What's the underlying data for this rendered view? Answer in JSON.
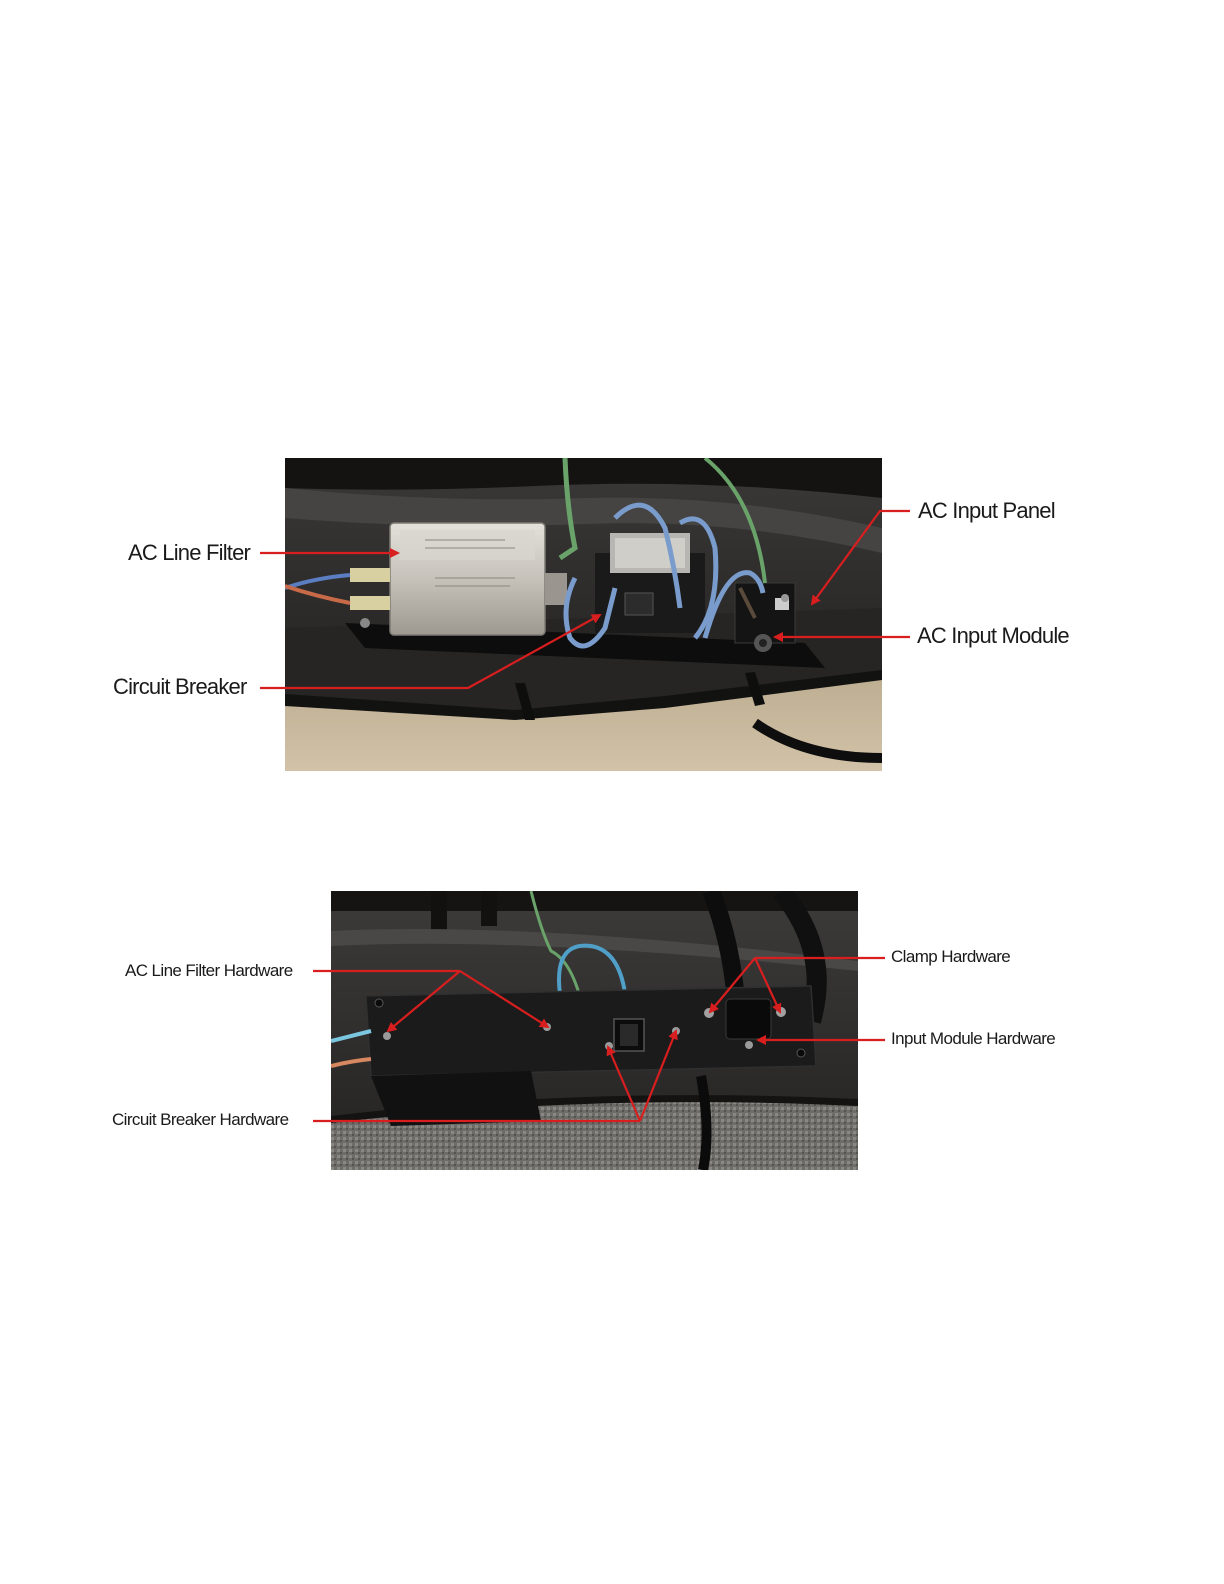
{
  "figure_1": {
    "labels": {
      "ac_line_filter": "AC Line Filter",
      "circuit_breaker": "Circuit Breaker",
      "ac_input_panel": "AC Input Panel",
      "ac_input_module": "AC Input Module"
    }
  },
  "figure_2": {
    "labels": {
      "ac_line_filter_hardware": "AC Line Filter Hardware",
      "circuit_breaker_hardware": "Circuit Breaker Hardware",
      "clamp_hardware": "Clamp Hardware",
      "input_module_hardware": "Input Module Hardware"
    }
  },
  "colors": {
    "callout": "#d81e1e",
    "panel": "#1d1d1d",
    "filter_body": "#c9c5bd",
    "wire_blue": "#7a9ccc",
    "wire_green": "#6aa36a",
    "floor": "#c8b89c"
  }
}
